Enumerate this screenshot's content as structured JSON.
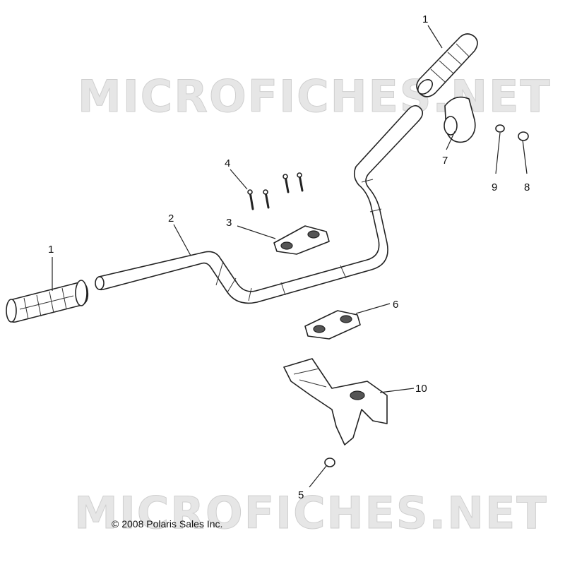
{
  "watermark": {
    "top_text": "MICROFICHES.NET",
    "bottom_text": "MICROFICHES.NET"
  },
  "copyright": "© 2008 Polaris Sales Inc.",
  "callouts": {
    "grip_right": "1",
    "grip_left": "1",
    "handlebar": "2",
    "upper_clamp": "3",
    "bolts": "4",
    "nut": "5",
    "lower_clamp": "6",
    "pad": "7",
    "plug_large": "8",
    "plug_small": "9",
    "bracket": "10"
  }
}
